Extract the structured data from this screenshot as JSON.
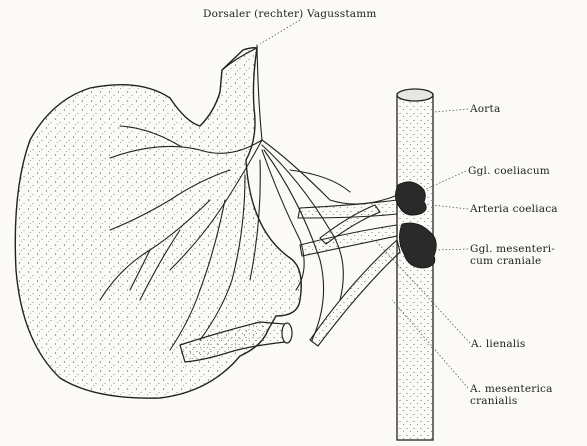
{
  "labels": {
    "vagus": "Dorsaler (rechter) Vagusstamm",
    "aorta": "Aorta",
    "ggl_coeliacum": "Ggl. coeliacum",
    "arteria_coeliaca": "Arteria coeliaca",
    "ggl_mesentericum_1": "Ggl. mesenteri-",
    "ggl_mesentericum_2": "cum craniale",
    "a_lienalis": "A. lienalis",
    "a_mesenterica_1": "A. mesenterica",
    "a_mesenterica_2": "cranialis"
  },
  "colors": {
    "ink": "#222222",
    "paper": "#fbfaf7",
    "ganglion": "#2a2a2a"
  }
}
